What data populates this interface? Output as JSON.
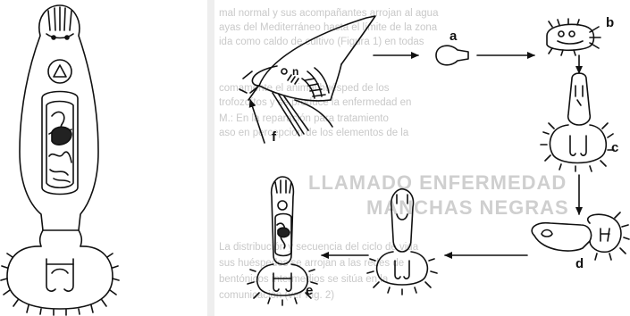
{
  "labels": {
    "a": "a",
    "b": "b",
    "c": "c",
    "d": "d",
    "e": "e",
    "f": "f",
    "n": "n"
  },
  "background_text": {
    "line1": "mal normal y sus acompañantes arrojan al agua",
    "line2": "ayas del Mediterráneo hasta el límite de la zona",
    "line3": "ida como caldo de cultivo (Figura 1) en todas",
    "line4": "comamente el animal huésped de los",
    "line5": "trofozoítos y se produce la enfermedad en",
    "line6": "M.: En la reparación para tratamiento",
    "line7": "aso en percepción de los elementos de la",
    "heading1": "LLAMADO ENFERMEDAD",
    "heading2": "MANCHAS NEGRAS",
    "line8": "La distribución y secuencia del ciclo de vida",
    "line9": "sus huéspedes se arrojan a las redes de",
    "line10": "bentónicos intermedios se sitúa en la",
    "line11": "comunicación (ver Fig. 2)"
  },
  "colors": {
    "ink": "#111111",
    "paper": "#ffffff",
    "ghost_text": "#c9c9c9"
  }
}
